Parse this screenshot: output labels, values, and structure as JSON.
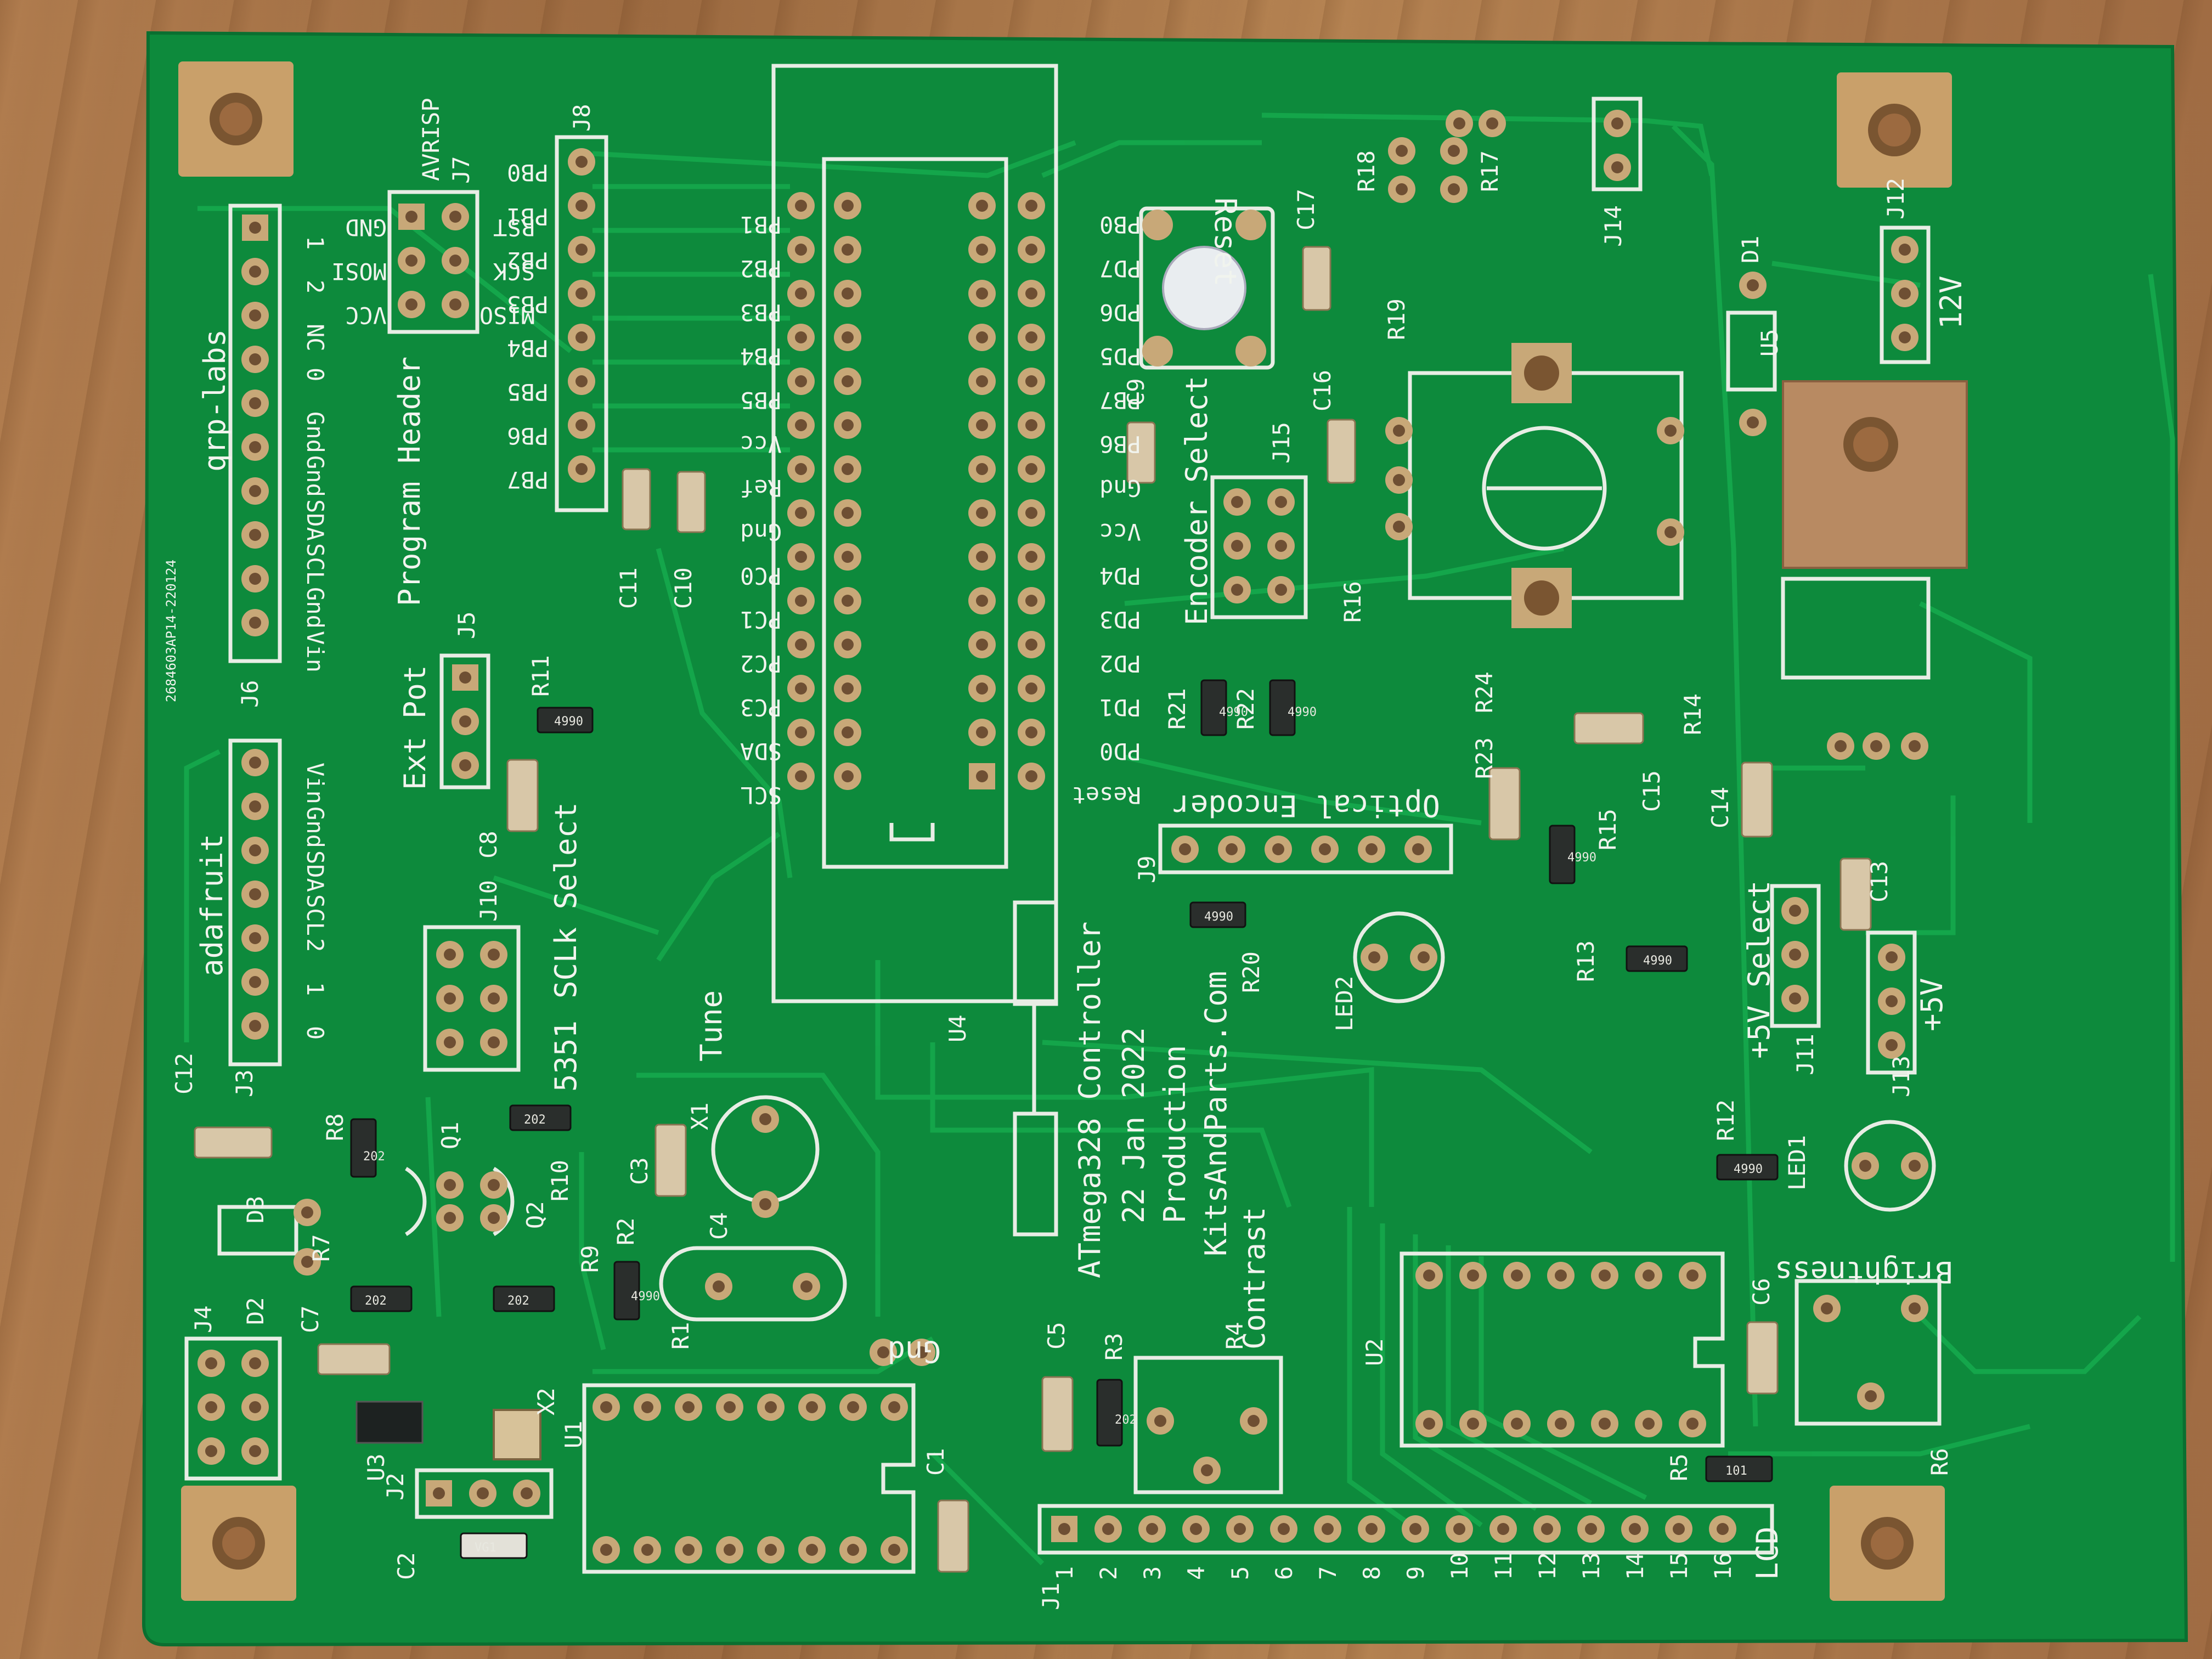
{
  "board": {
    "colors": {
      "pcb": "#0d8a3c",
      "trace": "#10a347",
      "silk": "#f1f4ee",
      "pad": "#c8a878",
      "copper": "#b88a62",
      "wood": "#a9774a"
    },
    "controller_title": "ATmega328 Controller",
    "date": "22 Jan 2022",
    "status": "Production",
    "website": "KitsAndParts.Com",
    "serial": "2684603AP14-220124",
    "brand_left": "qrp-labs",
    "brand_left2": "adafruit"
  },
  "headers": {
    "program_header": "Program Header",
    "avrisp": "AVRISP",
    "ext_pot": "Ext Pot",
    "encoder_select": "Encoder Select",
    "optical_encoder": "Optical Encoder",
    "sclk_select": "SCLk Select",
    "si5351": "5351",
    "tune": "Tune",
    "contrast": "Contrast",
    "brightness": "Brightness",
    "lcd": "LCD",
    "reset": "Reset",
    "plus5v_select": "+5V Select",
    "plus5v": "+5V",
    "twelve_v": "12V",
    "gnd": "Gnd"
  },
  "designators": [
    "J1",
    "J2",
    "J3",
    "J4",
    "J5",
    "J6",
    "J7",
    "J8",
    "J9",
    "J10",
    "J11",
    "J12",
    "J13",
    "J14",
    "J15",
    "U1",
    "U2",
    "U3",
    "U4",
    "U5",
    "C1",
    "C2",
    "C3",
    "C4",
    "C5",
    "C6",
    "C7",
    "C8",
    "C9",
    "C10",
    "C11",
    "C12",
    "C13",
    "C14",
    "C15",
    "C16",
    "C17",
    "R1",
    "R2",
    "R3",
    "R4",
    "R5",
    "R6",
    "R7",
    "R8",
    "R9",
    "R10",
    "R11",
    "R12",
    "R13",
    "R14",
    "R15",
    "R16",
    "R17",
    "R18",
    "R19",
    "R20",
    "R21",
    "R22",
    "R23",
    "R24",
    "Q1",
    "Q2",
    "D1",
    "D2",
    "D3",
    "X1",
    "X2",
    "LED1",
    "LED2"
  ],
  "j8_pins": [
    "PB0",
    "PB1",
    "PB2",
    "PB3",
    "PB4",
    "PB5",
    "PB6",
    "PB7"
  ],
  "u4_left": [
    "PB1",
    "PB2",
    "PB3",
    "PB4",
    "PB5",
    "Vcc",
    "Ref",
    "Gnd",
    "PC0",
    "PC1",
    "PC2",
    "PC3",
    "SDA",
    "SCL"
  ],
  "u4_right": [
    "PB0",
    "PD7",
    "PD6",
    "PD5",
    "PB7",
    "PB6",
    "Gnd",
    "Vcc",
    "PD4",
    "PD3",
    "PD2",
    "PD1",
    "PD0",
    "Reset"
  ],
  "j6_pins": [
    "1",
    "2",
    "NC",
    "0",
    "Gnd",
    "Gnd",
    "SDA",
    "SCL",
    "Gnd",
    "Vin"
  ],
  "j3_pins": [
    "Vin",
    "Gnd",
    "SDA",
    "SCL",
    "2",
    "1",
    "0"
  ],
  "j7_pins": {
    "left": [
      "GND",
      "MOSI",
      "VCC"
    ],
    "right": [
      "RST",
      "SCK",
      "MISO"
    ]
  },
  "j1_pins": [
    "1",
    "2",
    "3",
    "4",
    "5",
    "6",
    "7",
    "8",
    "9",
    "10",
    "11",
    "12",
    "13",
    "14",
    "15",
    "16"
  ],
  "resistor_codes": {
    "r4990": "4990",
    "r202": "202",
    "r101": "101",
    "vg1": "VG1"
  }
}
